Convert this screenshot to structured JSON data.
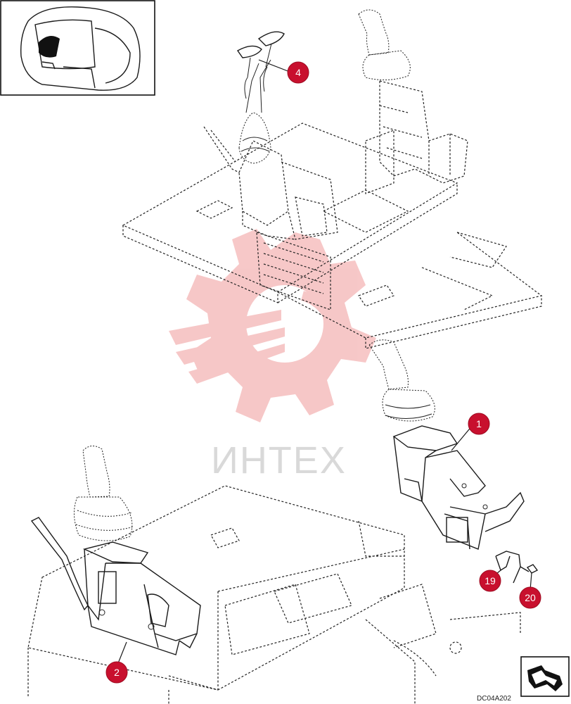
{
  "callouts": [
    {
      "id": "4",
      "label": "4"
    },
    {
      "id": "1",
      "label": "1"
    },
    {
      "id": "2",
      "label": "2"
    },
    {
      "id": "19",
      "label": "19"
    },
    {
      "id": "20",
      "label": "20"
    }
  ],
  "watermark": {
    "text": "ИНТЕХ",
    "color": "#f4b3b3"
  },
  "drawing_code": "DC04A202",
  "colors": {
    "callout": "#c8102e",
    "line": "#1a1a1a"
  },
  "icons": {
    "orientation": "arrow-icon",
    "inset": "cab-inset-icon"
  }
}
